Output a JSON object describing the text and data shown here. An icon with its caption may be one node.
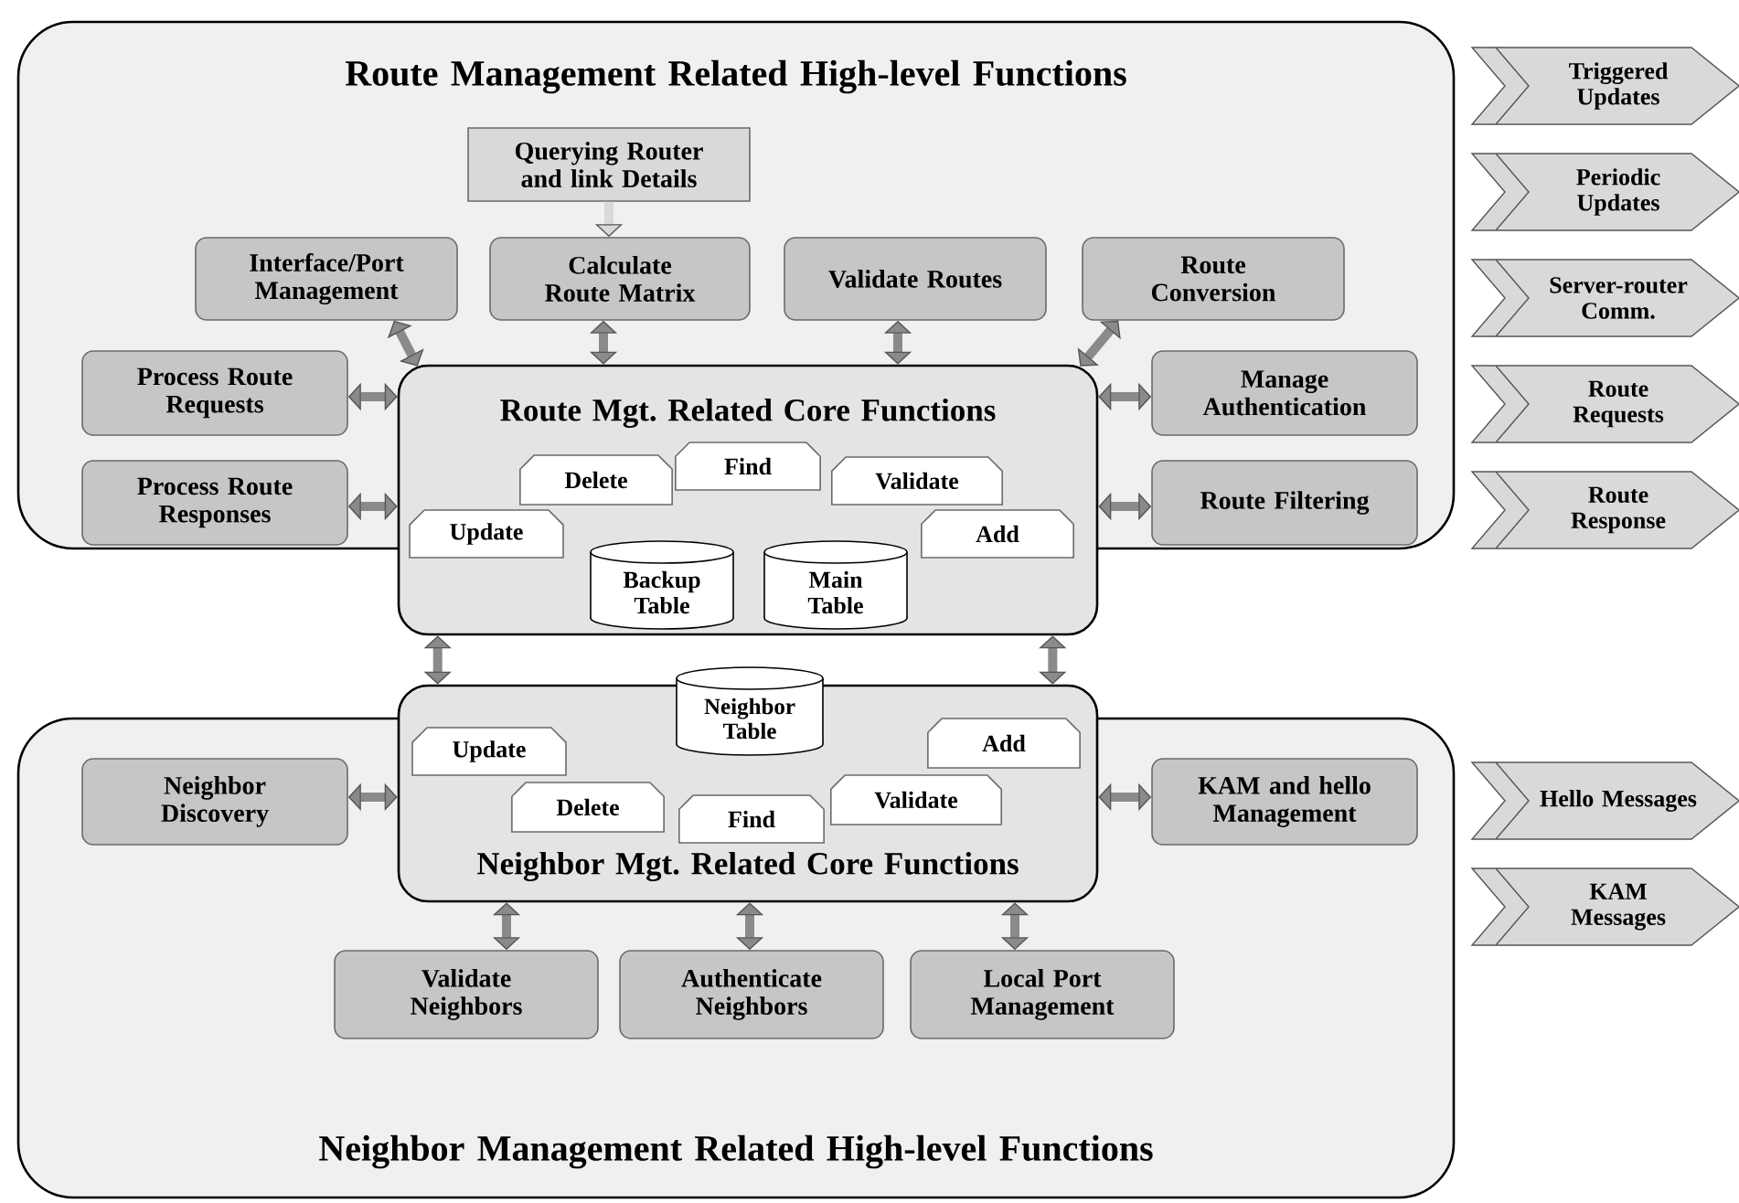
{
  "diagram": {
    "nodes": [
      {
        "text": [
          "Route Management Related High-level Functions"
        ]
      },
      {
        "text": [
          "Querying Router and link Details"
        ],
        "in": 0
      },
      {
        "text": [
          "Interface/Port Management"
        ],
        "in": 0
      },
      {
        "text": [
          "Calculate Route Matrix"
        ],
        "in": 0
      },
      {
        "text": [
          "Validate Routes"
        ],
        "in": 0
      },
      {
        "text": [
          "Route Conversion"
        ],
        "in": 0
      },
      {
        "text": [
          "Process Route Requests"
        ],
        "in": 0
      },
      {
        "text": [
          "Manage Authentication"
        ],
        "in": 0
      },
      {
        "text": [
          "Process Route Responses"
        ],
        "in": 0
      },
      {
        "text": [
          "Route Filtering"
        ],
        "in": 0
      },
      {
        "text": [
          "Route Mgt. Related Core Functions"
        ]
      },
      {
        "text": [
          "Delete"
        ]
      },
      {
        "text": [
          "Find"
        ]
      },
      {
        "text": [
          "Validate"
        ]
      },
      {
        "text": [
          "Update"
        ],
        "in": 10
      },
      {
        "text": [
          "Add"
        ],
        "in": 10
      },
      {
        "text": [
          "Backup Table"
        ],
        "in": 10
      },
      {
        "text": [
          "Main Table"
        ],
        "in": 10
      },
      {
        "text": [
          "Neighbor Mgt. Related Core Functions"
        ]
      },
      {
        "text": [
          "Neighbor Table"
        ]
      },
      {
        "text": [
          "Update"
        ],
        "in": 18
      },
      {
        "text": [
          "Delete"
        ],
        "in": 18
      },
      {
        "text": [
          "Find"
        ],
        "in": 18
      },
      {
        "text": [
          "Validate"
        ],
        "in": 18
      },
      {
        "text": [
          "Add"
        ],
        "in": 18
      },
      {
        "text": [
          "Neighbor Management Related High-level Functions"
        ]
      },
      {
        "text": [
          "Neighbor Discovery"
        ],
        "in": 25
      },
      {
        "text": [
          "KAM and hello Management"
        ],
        "in": 25
      },
      {
        "text": [
          "Validate Neighbors"
        ],
        "in": 25
      },
      {
        "text": [
          "Authenticate Neighbors"
        ],
        "in": 25
      },
      {
        "text": [
          "Local Port Management"
        ],
        "in": 25
      },
      {
        "text": [
          "Triggered Updates"
        ]
      },
      {
        "text": [
          "Periodic Updates"
        ]
      },
      {
        "text": [
          "Server-router Comm."
        ]
      },
      {
        "text": [
          "Route Requests"
        ]
      },
      {
        "text": [
          "Route Response"
        ]
      },
      {
        "text": [
          "Hello Messages"
        ]
      },
      {
        "text": [
          "KAM Messages"
        ]
      }
    ],
    "edges": [
      {
        "from": 1,
        "to": 3,
        "arrow": "to",
        "color": "#d9d9d9"
      },
      {
        "from": 2,
        "to": 10,
        "arrow": "both"
      },
      {
        "from": 3,
        "to": 10,
        "arrow": "both"
      },
      {
        "from": 4,
        "to": 10,
        "arrow": "both"
      },
      {
        "from": 5,
        "to": 10,
        "arrow": "both"
      },
      {
        "from": 6,
        "to": 10,
        "arrow": "both"
      },
      {
        "from": 8,
        "to": 10,
        "arrow": "both"
      },
      {
        "from": 7,
        "to": 10,
        "arrow": "both"
      },
      {
        "from": 9,
        "to": 10,
        "arrow": "both"
      },
      {
        "from": 10,
        "to": 18,
        "arrow": "both"
      },
      {
        "from": 10,
        "to": 18,
        "arrow": "both"
      },
      {
        "from": 26,
        "to": 18,
        "arrow": "both"
      },
      {
        "from": 27,
        "to": 18,
        "arrow": "both"
      },
      {
        "from": 28,
        "to": 18,
        "arrow": "both"
      },
      {
        "from": 29,
        "to": 18,
        "arrow": "both"
      },
      {
        "from": 30,
        "to": 18,
        "arrow": "both"
      }
    ]
  }
}
